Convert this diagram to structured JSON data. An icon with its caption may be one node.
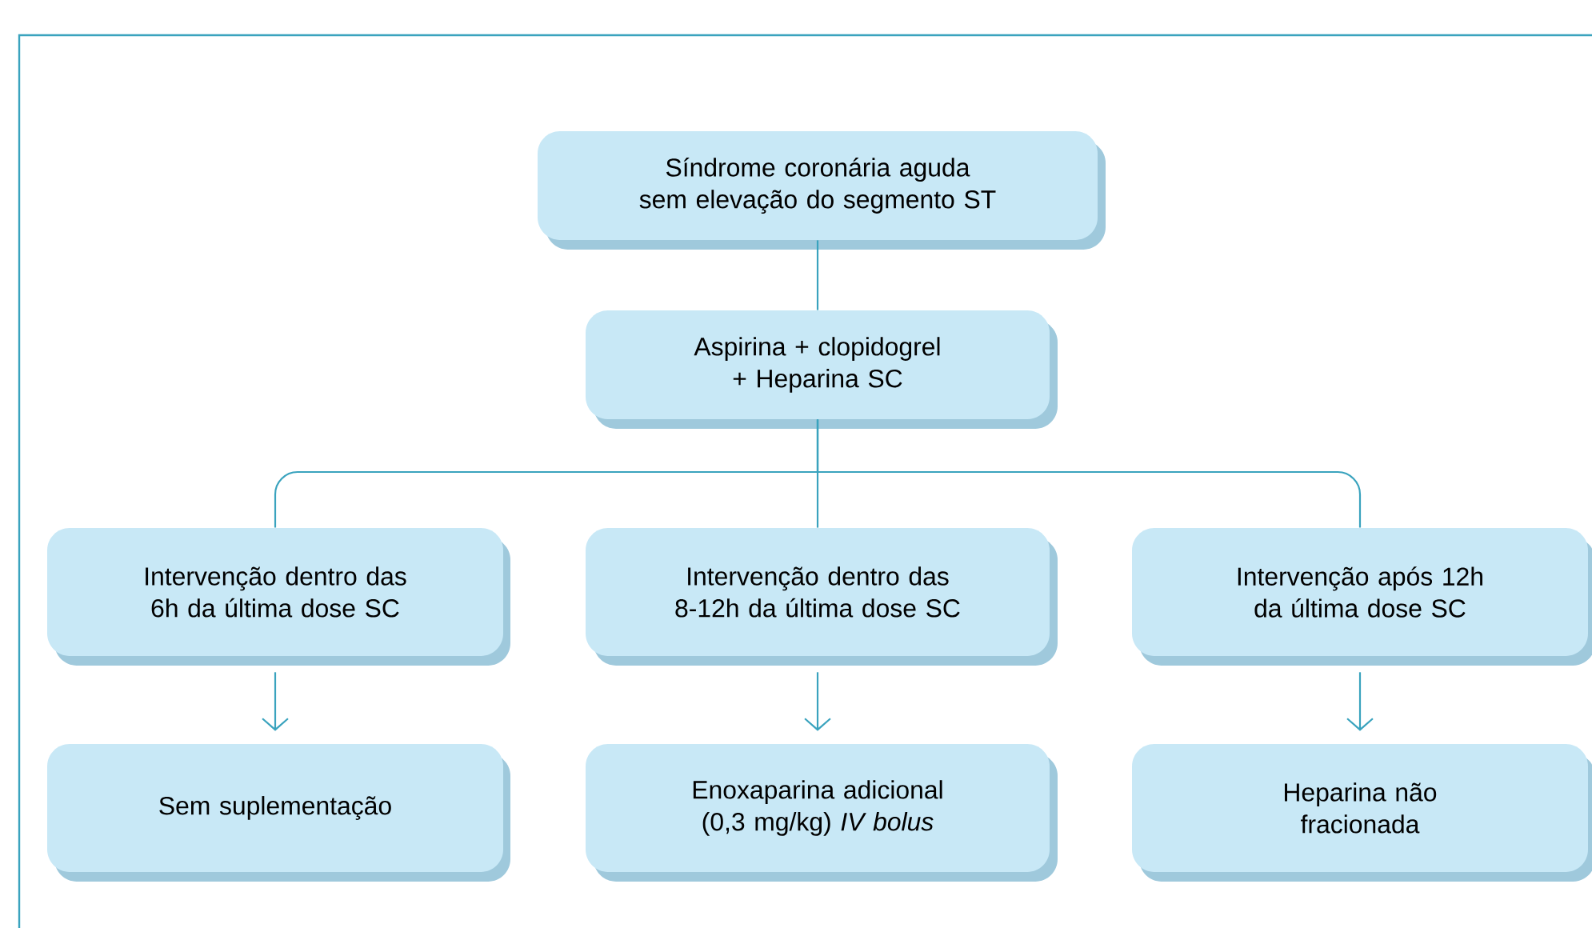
{
  "diagram": {
    "nodes": [
      {
        "text": [
          "Síndrome coronária aguda sem elevação do segmento ST"
        ]
      },
      {
        "text": [
          "Aspirina + clopidogrel + Heparina SC"
        ]
      },
      {
        "text": [
          "Intervenção dentro das 6h da última dose SC"
        ]
      },
      {
        "text": [
          "Intervenção dentro das 8-12h da última dose SC"
        ]
      },
      {
        "text": [
          "Intervenção após 12h da última dose SC"
        ]
      },
      {
        "text": [
          "Sem suplementação"
        ]
      },
      {
        "text": [
          "Enoxaparina adicional (0,3 mg/kg) *IV bolus*"
        ]
      },
      {
        "text": [
          "Heparina não fracionada"
        ]
      }
    ],
    "edges": [
      {
        "from": 0,
        "to": 1,
        "arrow": "none"
      },
      {
        "from": 1,
        "to": 2,
        "arrow": "none"
      },
      {
        "from": 1,
        "to": 3,
        "arrow": "none"
      },
      {
        "from": 1,
        "to": 4,
        "arrow": "none"
      },
      {
        "from": 2,
        "to": 5,
        "arrow": "to"
      },
      {
        "from": 3,
        "to": 6,
        "arrow": "to"
      },
      {
        "from": 4,
        "to": 7,
        "arrow": "to"
      }
    ]
  }
}
